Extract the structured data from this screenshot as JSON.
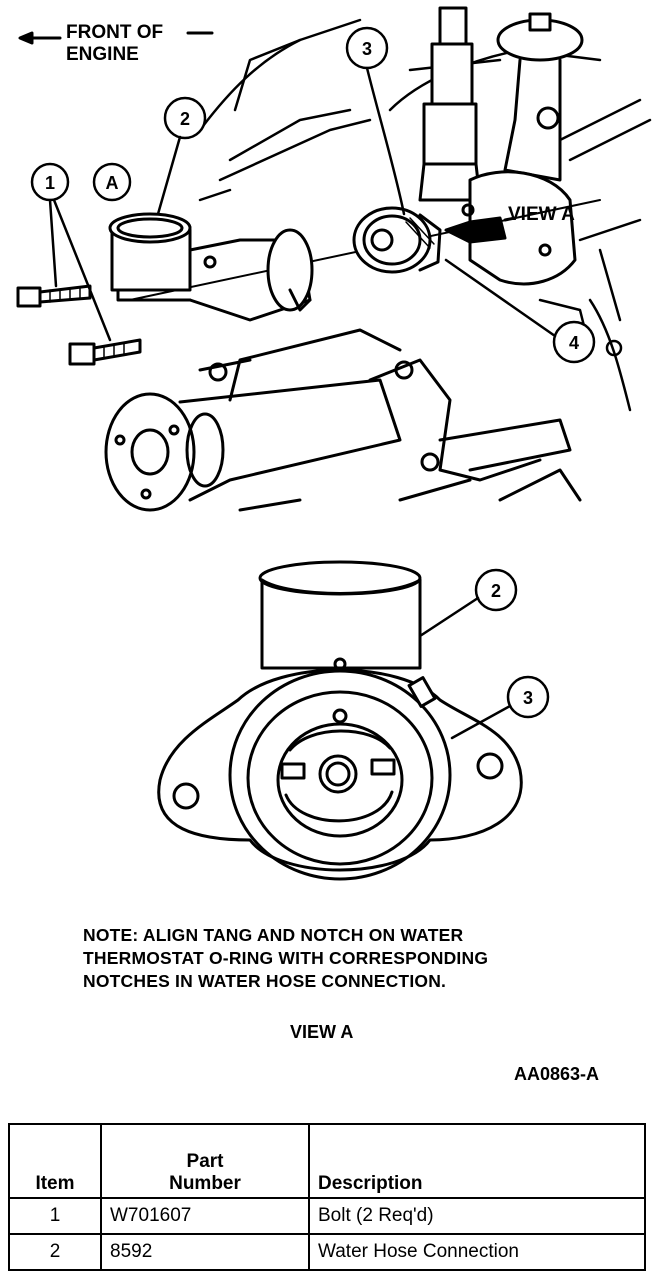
{
  "diagram": {
    "front_label_line1": "FRONT OF",
    "front_label_line2": "ENGINE",
    "view_a_callout": "VIEW A",
    "detail_a_label": "A",
    "callouts": [
      "1",
      "2",
      "3",
      "4"
    ],
    "detail_callouts": [
      "2",
      "3"
    ]
  },
  "note": "NOTE: ALIGN TANG AND NOTCH ON WATER THERMOSTAT O-RING WITH CORRESPONDING NOTCHES IN WATER HOSE CONNECTION.",
  "view_label": "VIEW A",
  "figure_id": "AA0863-A",
  "parts_table": {
    "headers": {
      "item": "Item",
      "part_line1": "Part",
      "part_line2": "Number",
      "description": "Description"
    },
    "rows": [
      {
        "item": "1",
        "part_number": "W701607",
        "description": "Bolt (2 Req'd)"
      },
      {
        "item": "2",
        "part_number": "8592",
        "description": "Water Hose Connection"
      }
    ]
  }
}
